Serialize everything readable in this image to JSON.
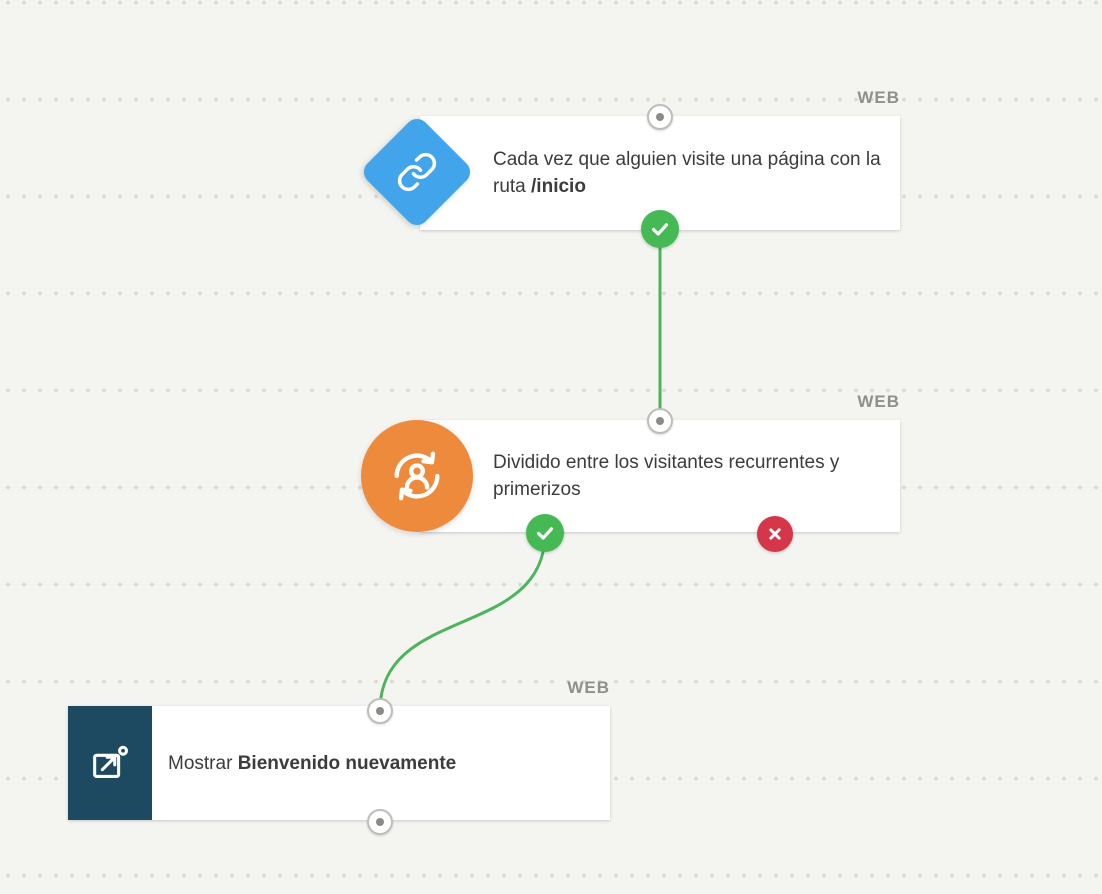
{
  "canvas": {
    "background": "#f4f4f1",
    "dot_color": "#d9d9d5"
  },
  "colors": {
    "trigger_blue": "#42a4ea",
    "split_orange": "#ed8a3c",
    "action_navy": "#1d4a60",
    "success_green": "#45b954",
    "error_red": "#d63649",
    "connector_green": "#4cb45a",
    "badge_gray": "#8f8f8c"
  },
  "nodes": {
    "trigger": {
      "badge": "WEB",
      "icon": "link-icon",
      "text_prefix": "Cada vez que alguien visite una página con la ruta ",
      "text_bold": "/inicio"
    },
    "split": {
      "badge": "WEB",
      "icon": "returning-visitor-icon",
      "text": "Dividido entre los visitantes recurrentes y primerizos"
    },
    "action": {
      "badge": "WEB",
      "icon": "popup-icon",
      "text_prefix": "Mostrar ",
      "text_bold": "Bienvenido nuevamente"
    }
  }
}
